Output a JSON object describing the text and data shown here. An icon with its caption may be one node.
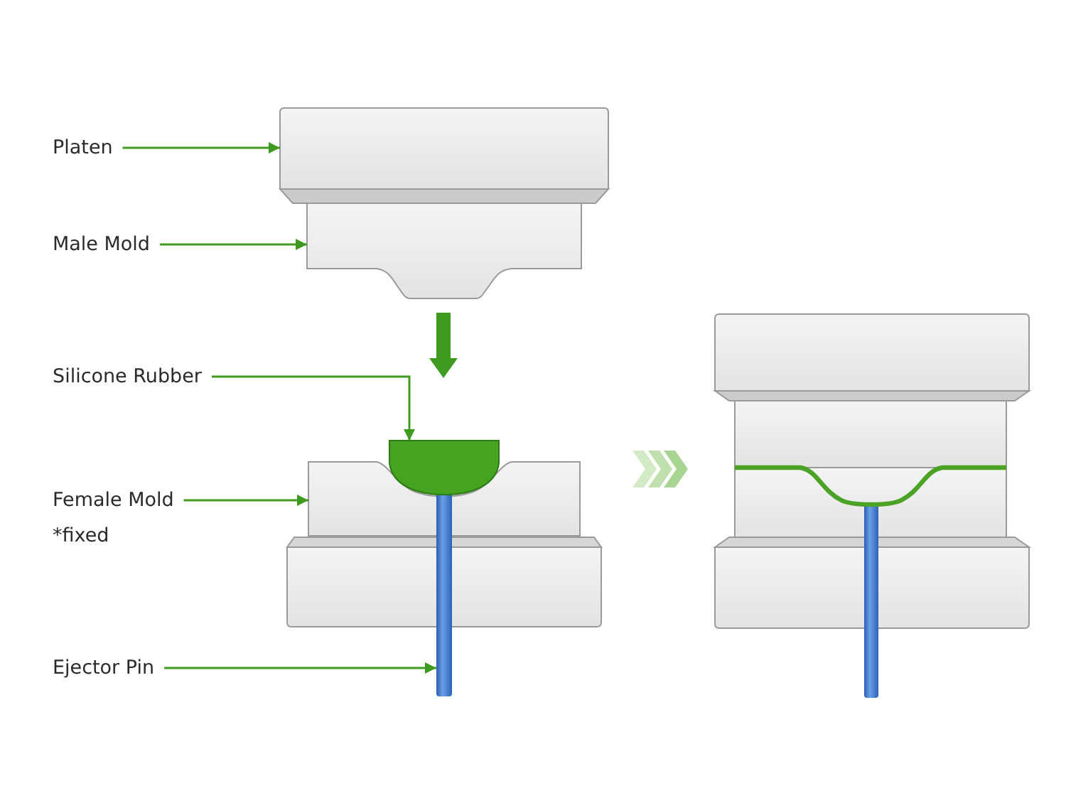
{
  "diagram": {
    "nodes": [
      {
        "text": [
          "Platen"
        ]
      },
      {
        "text": [],
        "shape": "box"
      },
      {
        "text": [
          "Male Mold"
        ]
      },
      {
        "text": [],
        "shape": "box"
      },
      {
        "text": [
          "Silicone Rubber"
        ]
      },
      {
        "text": [],
        "shape": "box"
      },
      {
        "text": [
          "Female Mold",
          "*fixed"
        ]
      },
      {
        "text": [],
        "shape": "box"
      },
      {
        "text": [],
        "shape": "box"
      },
      {
        "text": [
          "Ejector Pin"
        ]
      },
      {
        "text": [],
        "shape": "bar"
      }
    ],
    "edges": [
      {
        "from": 0,
        "to": 1,
        "arrow": "to"
      },
      {
        "from": 2,
        "to": 3,
        "arrow": "to"
      },
      {
        "from": 4,
        "to": 5,
        "arrow": "to"
      },
      {
        "from": 6,
        "to": 7,
        "arrow": "to"
      },
      {
        "from": 9,
        "to": 10,
        "arrow": "to"
      }
    ]
  }
}
